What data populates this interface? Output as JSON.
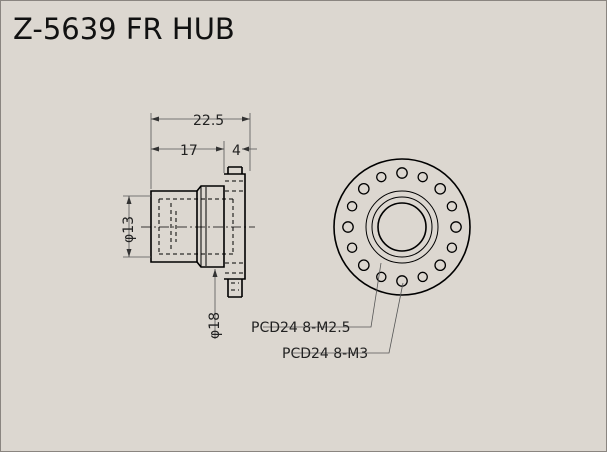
{
  "title": "Z-5639 FR HUB",
  "dimensions": {
    "overall_length": "22.5",
    "body_length": "17",
    "flange_thickness": "4",
    "body_diameter": "φ13",
    "hub_diameter": "φ18"
  },
  "callouts": {
    "holes_m25": "PCD24 8-M2.5",
    "holes_m3": "PCD24 8-M3"
  }
}
